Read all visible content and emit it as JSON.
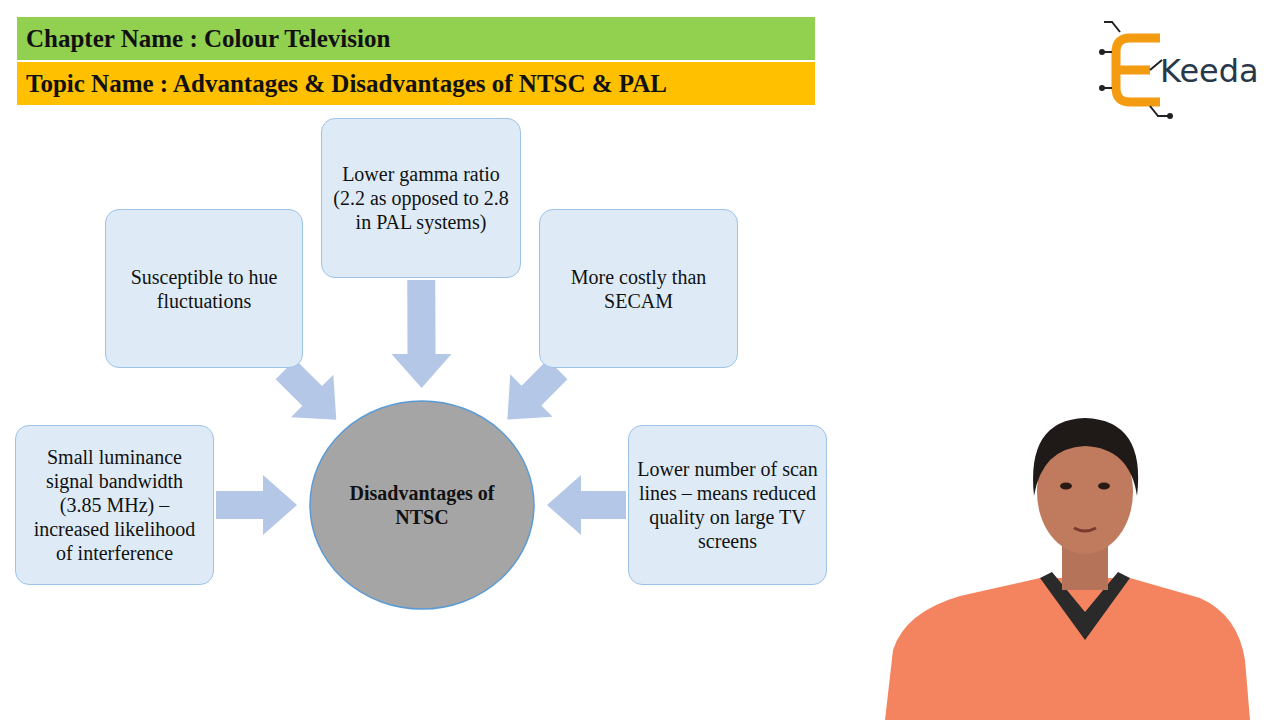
{
  "diagram": {
    "nodes": [
      {
        "text": [
          "Chapter Name : Colour Television"
        ]
      },
      {
        "text": [
          "Topic Name : Advantages & Disadvantages of NTSC & PAL"
        ]
      },
      {
        "text": [
          "Lower gamma ratio (2.2 as opposed to 2.8 in PAL systems)"
        ]
      },
      {
        "text": [
          "Susceptible to hue fluctuations"
        ]
      },
      {
        "text": [
          "More costly than SECAM"
        ]
      },
      {
        "text": [
          "Small luminance signal bandwidth (3.85 MHz) – increased likelihood of interference"
        ]
      },
      {
        "text": [
          "Disadvantages of NTSC"
        ]
      },
      {
        "text": [
          "Lower number of scan lines – means reduced quality on large TV screens"
        ]
      }
    ],
    "edges": [
      {
        "from": 2,
        "to": 6,
        "arrow": "to"
      },
      {
        "from": 3,
        "to": 6,
        "arrow": "to"
      },
      {
        "from": 4,
        "to": 6,
        "arrow": "to"
      },
      {
        "from": 5,
        "to": 6,
        "arrow": "to"
      },
      {
        "from": 7,
        "to": 6,
        "arrow": "to"
      }
    ],
    "labels": [
      "Keeda"
    ]
  }
}
